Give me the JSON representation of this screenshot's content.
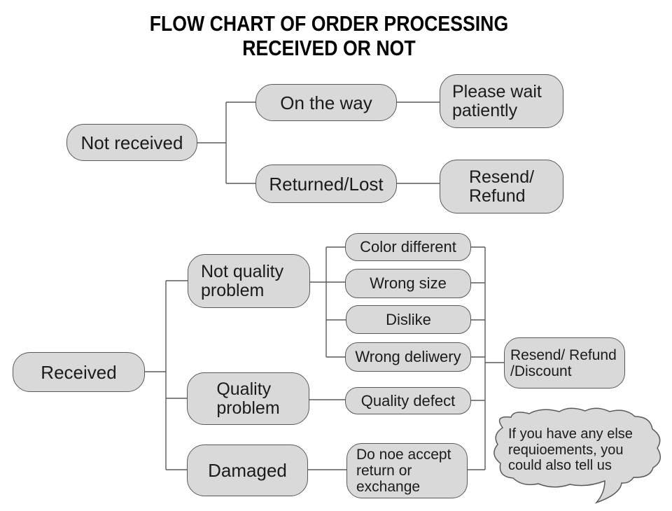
{
  "title": {
    "text": "FLOW CHART OF ORDER PROCESSING\nRECEIVED OR NOT"
  },
  "colors": {
    "background": "#ffffff",
    "node_fill": "#d9d9d9",
    "node_border": "#5a5a5a",
    "connector": "#5a5a5a",
    "text": "#1b1b1b",
    "title_text": "#000000"
  },
  "top_flow": {
    "not_received": "Not received",
    "on_the_way": "On the way",
    "please_wait": "Please wait\npatiently",
    "returned_lost": "Returned/Lost",
    "resend_refund": "Resend/\nRefund"
  },
  "bottom_flow": {
    "received": "Received",
    "not_quality_problem": "Not quality\nproblem",
    "quality_problem": "Quality\nproblem",
    "damaged": "Damaged",
    "color_different": "Color different",
    "wrong_size": "Wrong size",
    "dislike": "Dislike",
    "wrong_deliwery": "Wrong deliwery",
    "quality_defect": "Quality defect",
    "do_not_accept": "Do noe accept\nreturn or\nexchange",
    "resend_refund_discount": "Resend/ Refund\n/Discount",
    "speech_bubble": "If you have any else\nrequioements, you\ncould also tell us"
  }
}
